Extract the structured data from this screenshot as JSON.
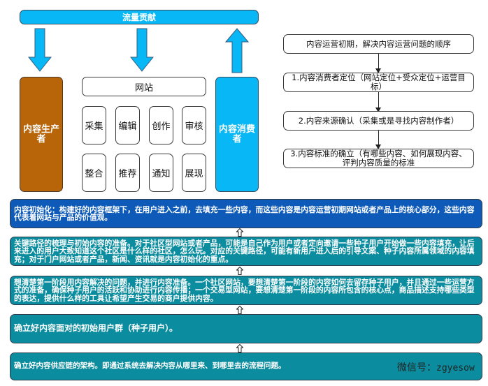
{
  "left_diagram": {
    "banner": "流量贡献",
    "producer": "内容生产者",
    "consumer": "内容消费者",
    "website": "网站",
    "functions_row1": [
      "采集",
      "编辑",
      "创作",
      "审核"
    ],
    "functions_row2": [
      "整合",
      "推荐",
      "通知",
      "展现"
    ]
  },
  "right_flow": {
    "title": "内容运营初期，解决内容运营问题的顺序",
    "steps": [
      "1.内容消费者定位（网站定位+受众定位+运营目标）",
      "2.内容来源确认（采集或是寻找内容制作者）",
      "3.内容标准的确立（有哪些内容、如何展现内容、评判内容质量的标准"
    ]
  },
  "stages": [
    "内容初始化：构建好的内容框架下，在用户进入之前，去填充一些内容，而这些内容是内容运营初期网站或者产品上的核心部分，这些内容代表着网站与产品的价值观。",
    "关键路径的梳理与初始内容的准备。对于社区型网站或者产品，可能是自己作为用户或者定向邀请一些种子用户开始做一些内容填充，让后来进入的用户大致知道这个社区是什么样的社区，怎么玩。对应的关键路径，可能有新用户进入后的引导文案、种子内容所属领域的内容填充；对于门户网站或者产品，新闻、资讯就是内容初始化的重点。",
    "想清楚第一阶段用内容解决的问题，并进行内容准备。一个社区网站，要想清楚第一阶段的内容如何去留存种子用户，并且通过一些运营方式的准备，确保种子用户的活跃和协助进行内容传播；一个交易型网站，要想清楚第一阶段的内容所包含的核心点，商品描述支持哪些类型的表达，提供什么样的工具让希望产生交易的商户提供内容。",
    "确立好内容面对的初始用户群（种子用户）。",
    "确立好内容供应链的架构。即通过系统去解决内容从哪里来、到哪里去的流程问题。"
  ],
  "watermark": {
    "label": "微信号：",
    "id": "zgyesow"
  },
  "colors": {
    "sky_blue": "#08b8f6",
    "brown": "#b8650a",
    "royal_blue": "#0d5ab8",
    "teal": "#0b8d9f"
  }
}
